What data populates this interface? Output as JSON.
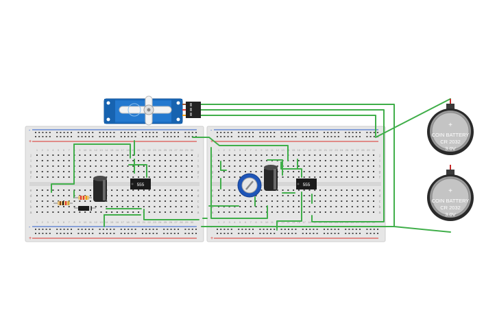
{
  "chip_label": "555",
  "rail_plus": "+",
  "rail_minus": "-",
  "row_letters_top": [
    "j",
    "i",
    "h",
    "g",
    "f"
  ],
  "row_letters_bottom": [
    "e",
    "d",
    "c",
    "b",
    "a"
  ],
  "column_count": 30,
  "batteries": [
    {
      "plus": "+",
      "line1": "COIN BATTERY",
      "line2": "CR 2032",
      "line3": "3.0V"
    },
    {
      "plus": "+",
      "line1": "COIN BATTERY",
      "line2": "CR 2032",
      "line3": "3.0V"
    }
  ],
  "colors": {
    "breadboard": "#e6e6e6",
    "rail_red": "#d9302b",
    "rail_blue": "#2a5cc9",
    "wire_green": "#3fae49",
    "servo_blue": "#1c6fc4",
    "chip_black": "#1a1a1a",
    "capacitor": "#262626",
    "potentiometer": "#1e55b8"
  }
}
